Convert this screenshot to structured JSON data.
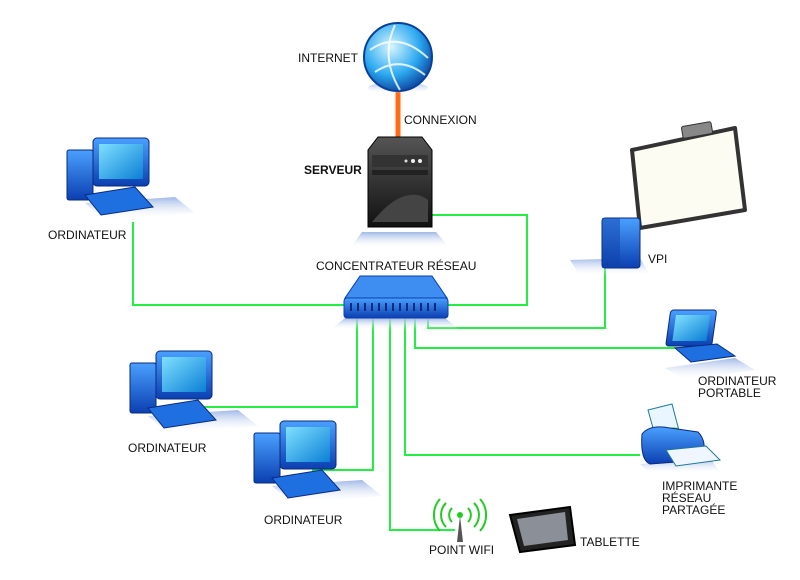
{
  "colors": {
    "link": "#22ee44",
    "uplink": "#ff6a13",
    "device_blue": "#1565d8",
    "screen": "#23a8ee"
  },
  "nodes": {
    "internet": "INTERNET",
    "connexion": "CONNEXION",
    "serveur": "SERVEUR",
    "hub": "CONCENTRATEUR RÉSEAU",
    "pc_left": "ORDINATEUR",
    "pc_mid": "ORDINATEUR",
    "pc_bottom": "ORDINATEUR",
    "vpi": "VPI",
    "laptop_line1": "ORDINATEUR",
    "laptop_line2": "PORTABLE",
    "printer_line1": "IMPRIMANTE",
    "printer_line2": "RÉSEAU",
    "printer_line3": "PARTAGÉE",
    "wifi": "POINT WIFI",
    "tablet": "TABLETTE"
  }
}
